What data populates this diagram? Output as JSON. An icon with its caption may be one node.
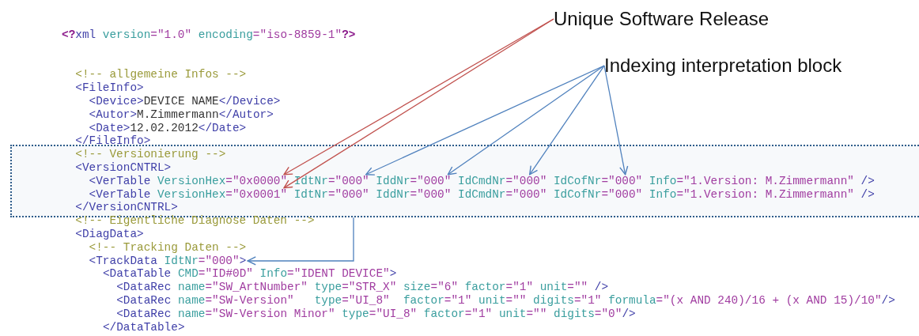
{
  "diagram": {
    "nodes": [
      {
        "text": [
          "Unique Software Release"
        ]
      },
      {
        "text": [
          "Indexing interpretation block"
        ]
      },
      {
        "text": [],
        "shape": "box"
      },
      {
        "text": [
          "<!-- Versionierung -->"
        ],
        "in": 2
      },
      {
        "text": [
          "<VersionCNTRL>"
        ],
        "in": 2
      },
      {
        "text": [
          "<VerTable VersionHex=\"0x0000\" IdtNr=\"000\" IddNr=\"000\" IdCmdNr=\"000\" IdCofNr=\"000\" Info=\"1.Version: M.Zimmermann\" />"
        ],
        "in": 2
      },
      {
        "text": [
          "<VerTable VersionHex=\"0x0001\" IdtNr=\"000\" IddNr=\"000\" IdCmdNr=\"000\" IdCofNr=\"000\" Info=\"1.Version: M.Zimmermann\" />"
        ],
        "in": 2
      },
      {
        "text": [
          "</VersionCNTRL>"
        ],
        "in": 2
      },
      {
        "text": [
          "<TrackData IdtNr=\"000\">"
        ]
      }
    ],
    "edges": [
      {
        "from": 0,
        "to": 5,
        "arrow": "to",
        "color": "#c0504d"
      },
      {
        "from": 0,
        "to": 6,
        "arrow": "to",
        "color": "#c0504d"
      },
      {
        "from": 1,
        "to": 5,
        "arrow": "to"
      },
      {
        "from": 1,
        "to": 5,
        "arrow": "to"
      },
      {
        "from": 1,
        "to": 5,
        "arrow": "to"
      },
      {
        "from": 1,
        "to": 5,
        "arrow": "to"
      },
      {
        "from": 2,
        "to": 8,
        "arrow": "to"
      }
    ],
    "labels": [
      "<?xml version=\"1.0\" encoding=\"iso-8859-1\"?>",
      "<!-- allgemeine Infos -->",
      "<FileInfo>",
      "<Device>DEVICE NAME</Device>",
      "<Autor>M.Zimmermann</Autor>",
      "<Date>12.02.2012</Date>",
      "</FileInfo>",
      "<!-- Eigentliche Diagnose Daten -->",
      "<DiagData>",
      "<!-- Tracking Daten -->",
      "<DataTable CMD=\"ID#0D\" Info=\"IDENT DEVICE\">",
      "<DataRec name=\"SW_ArtNumber\" type=\"STR_X\" size=\"6\" factor=\"1\" unit=\"\" />",
      "<DataRec name=\"SW-Version\"   type=\"UI_8\"  factor=\"1\" unit=\"\" digits=\"1\" formula=\"(x AND 240)/16 + (x AND 15)/10\"/>",
      "<DataRec name=\"SW-Version Minor\" type=\"UI_8\" factor=\"1\" unit=\"\" digits=\"0\"/>",
      "</DataTable>"
    ]
  }
}
